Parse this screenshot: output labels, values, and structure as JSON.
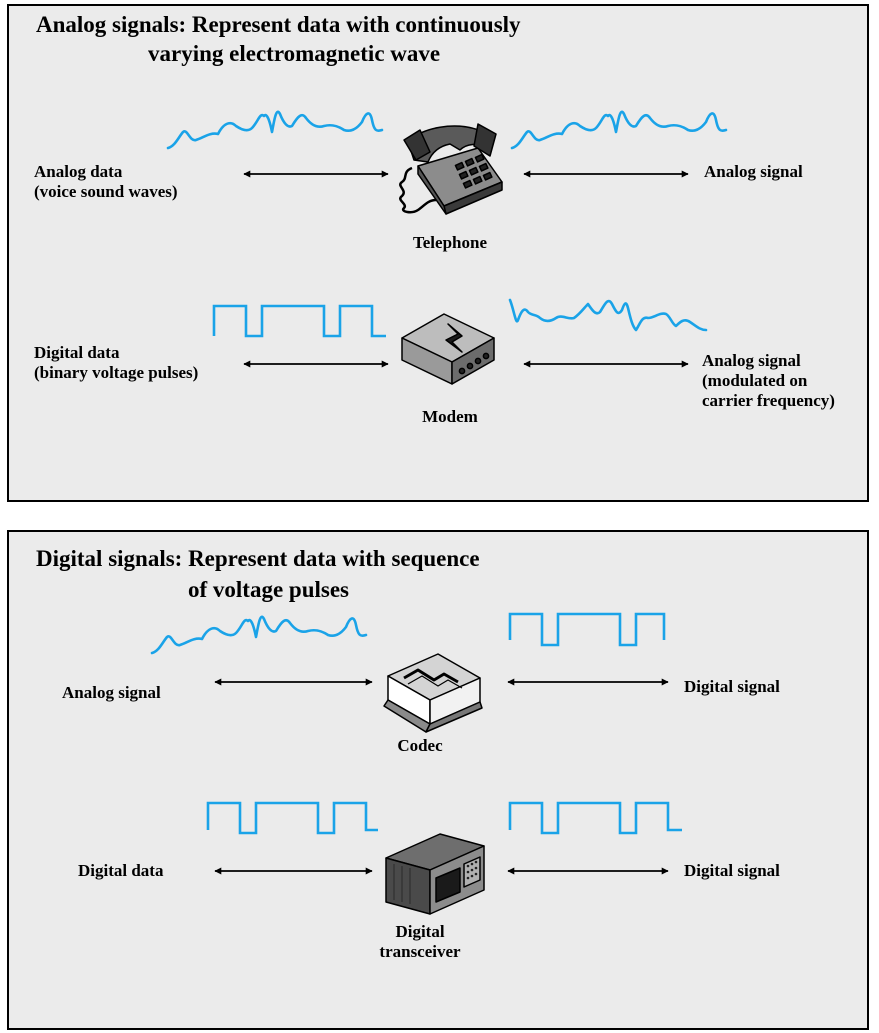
{
  "panels": [
    {
      "title_line1": "Analog signals: Represent data with continuously",
      "title_line2": "varying electromagnetic wave",
      "rows": [
        {
          "left_line1": "Analog data",
          "left_line2": "(voice sound waves)",
          "device": "Telephone",
          "device_icon": "telephone-icon",
          "right_line1": "Analog signal"
        },
        {
          "left_line1": "Digital data",
          "left_line2": "(binary voltage pulses)",
          "device": "Modem",
          "device_icon": "modem-icon",
          "right_line1": "Analog signal",
          "right_line2": "(modulated on",
          "right_line3": "carrier frequency)"
        }
      ]
    },
    {
      "title_line1": "Digital signals: Represent data with sequence",
      "title_line2": "of voltage pulses",
      "rows": [
        {
          "left_line1": "Analog signal",
          "device": "Codec",
          "device_icon": "codec-icon",
          "right_line1": "Digital signal"
        },
        {
          "left_line1": "Digital data",
          "device_line1": "Digital",
          "device_line2": "transceiver",
          "device_icon": "digital-transceiver-icon",
          "right_line1": "Digital signal"
        }
      ]
    }
  ],
  "colors": {
    "signal": "#1aa3e8",
    "panel_bg": "#ebebeb",
    "border": "#000000"
  }
}
